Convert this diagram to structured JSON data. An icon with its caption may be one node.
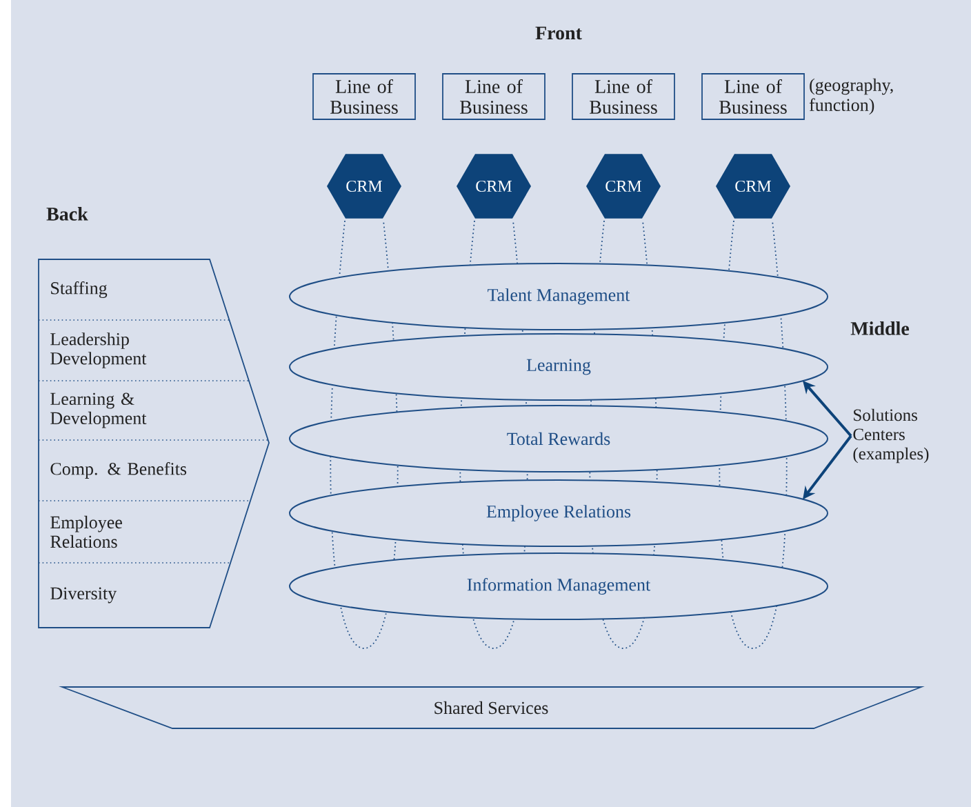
{
  "diagram": {
    "nodes": [
      {
        "text": [
          "Line of Business"
        ]
      },
      {
        "text": [
          "Line of Business"
        ]
      },
      {
        "text": [
          "Line of Business"
        ]
      },
      {
        "text": [
          "Line of Business"
        ]
      },
      {
        "text": [
          "CRM"
        ]
      },
      {
        "text": [
          "CRM"
        ]
      },
      {
        "text": [
          "CRM"
        ]
      },
      {
        "text": [
          "CRM"
        ]
      },
      {
        "text": [
          "Back"
        ]
      },
      {
        "text": [
          "Staffing"
        ],
        "in": 8
      },
      {
        "text": [
          "Leadership Development"
        ],
        "in": 8
      },
      {
        "text": [
          "Learning & Development"
        ],
        "in": 8
      },
      {
        "text": [
          "Comp. & Benefits"
        ],
        "in": 8
      },
      {
        "text": [
          "Employee Relations"
        ],
        "in": 8
      },
      {
        "text": [
          "Diversity"
        ],
        "in": 8
      },
      {
        "text": [
          "Talent Management"
        ]
      },
      {
        "text": [
          "Learning"
        ]
      },
      {
        "text": [
          "Total Rewards"
        ]
      },
      {
        "text": [
          "Employee Relations"
        ]
      },
      {
        "text": [
          "Information Management"
        ]
      },
      {
        "text": [
          "Solutions Centers (examples)"
        ]
      },
      {
        "text": [
          "Shared Services"
        ]
      }
    ],
    "edges": [
      {
        "from": 20,
        "to": 16,
        "arrow": "to"
      },
      {
        "from": 20,
        "to": 18,
        "arrow": "to"
      }
    ],
    "labels": [
      "Front",
      "(geography, function)",
      "Middle"
    ]
  }
}
